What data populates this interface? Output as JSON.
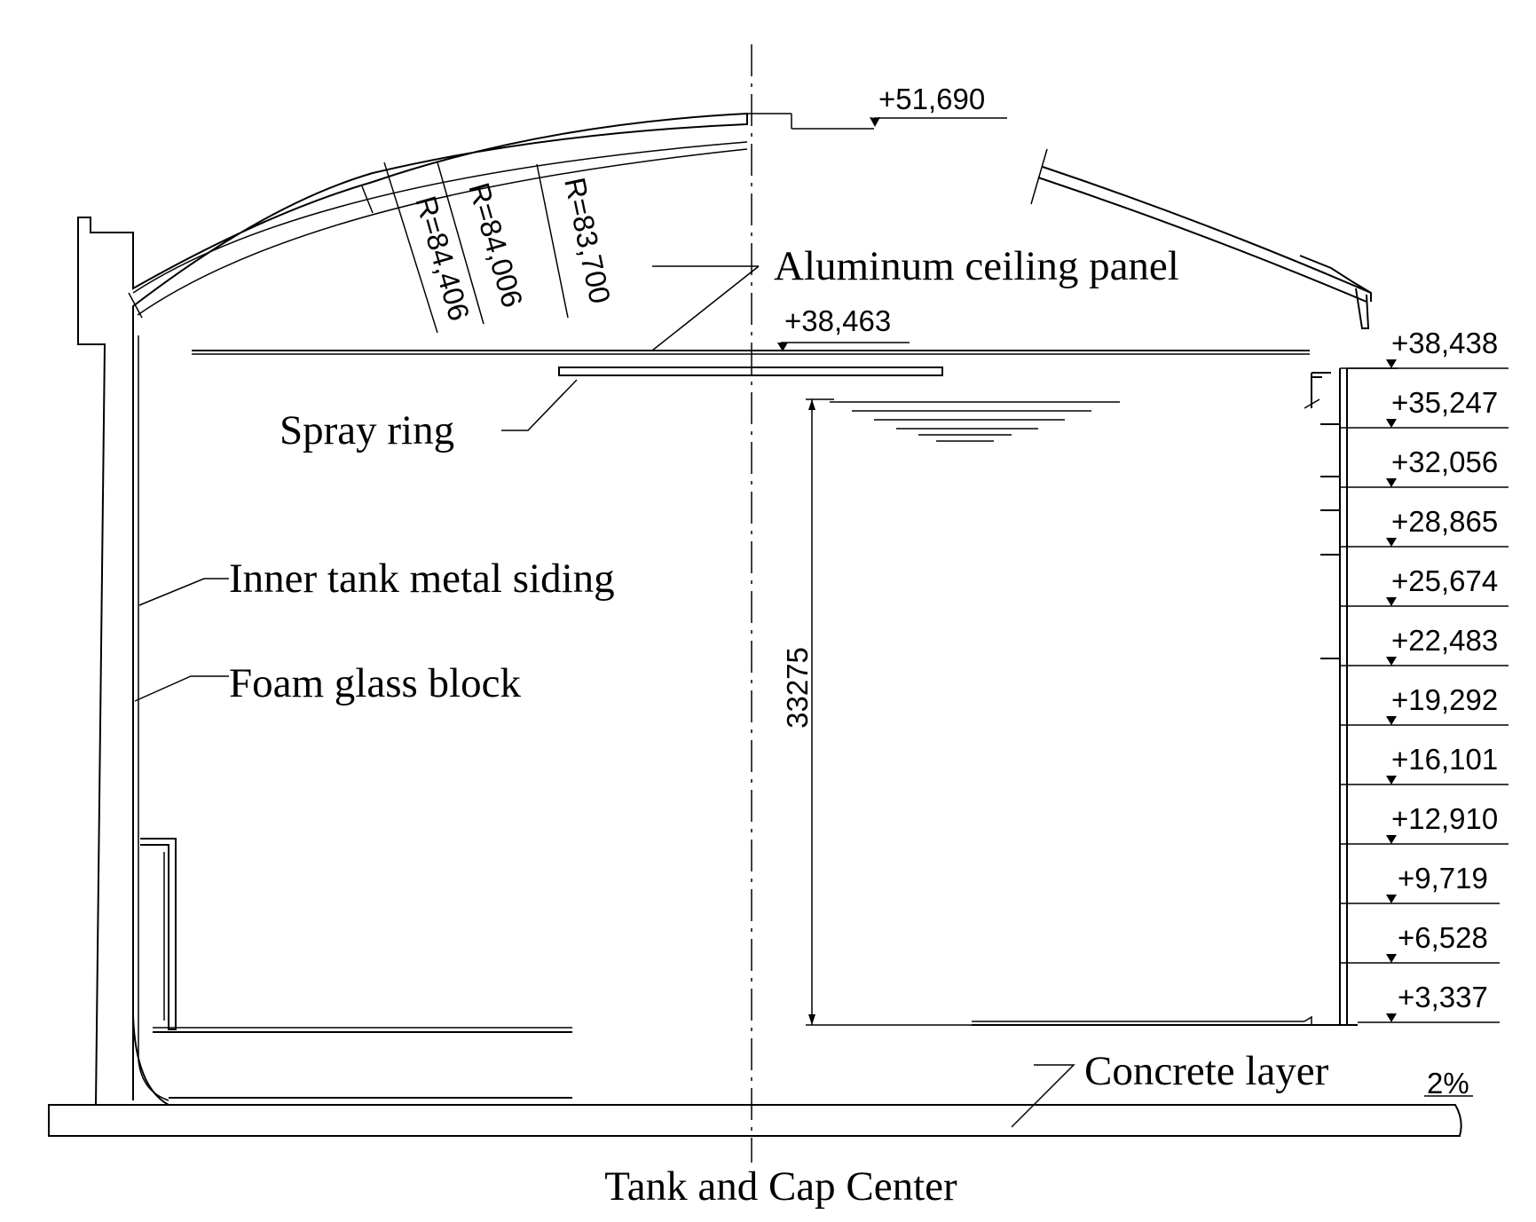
{
  "labels": {
    "aluminum_ceiling_panel": "Aluminum ceiling panel",
    "spray_ring": "Spray ring",
    "inner_tank_metal_siding": "Inner tank metal siding",
    "foam_glass_block": "Foam glass block",
    "concrete_layer": "Concrete layer",
    "tank_and_cap_center": "Tank and Cap Center"
  },
  "dimensions": {
    "radius_outer": "R=84,406",
    "radius_middle": "R=84,006",
    "radius_inner": "R=83,700",
    "height_span": "33275",
    "slope": "2%"
  },
  "elevations": {
    "roof_top": "+51,690",
    "ceiling": "+38,463",
    "levels": [
      "+38,438",
      "+35,247",
      "+32,056",
      "+28,865",
      "+25,674",
      "+22,483",
      "+19,292",
      "+16,101",
      "+12,910",
      "+9,719",
      "+6,528",
      "+3,337"
    ]
  },
  "colors": {
    "line": "#000000",
    "background": "#ffffff"
  }
}
